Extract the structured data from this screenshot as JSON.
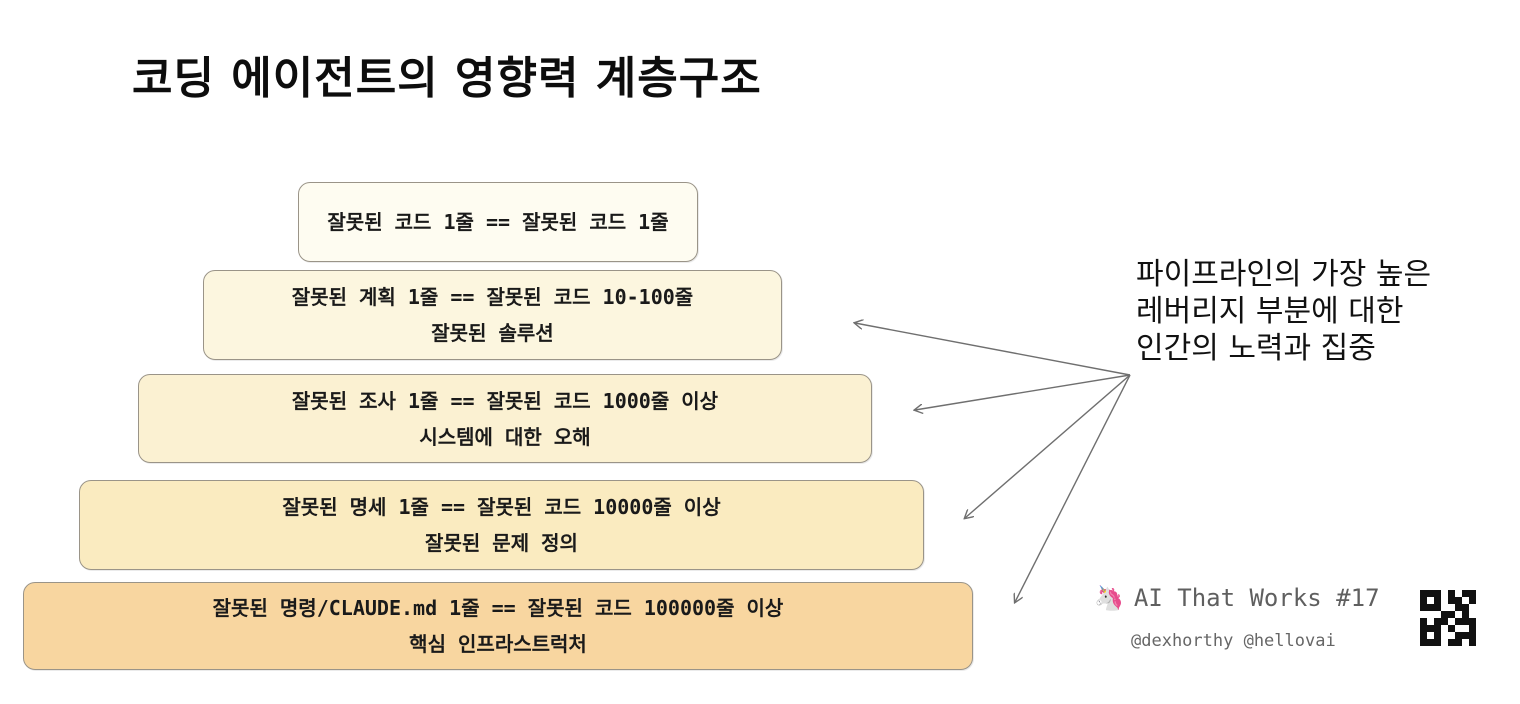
{
  "title": "코딩 에이전트의 영향력 계층구조",
  "tiers": [
    {
      "line1": "잘못된 코드 1줄 == 잘못된 코드 1줄",
      "line2": ""
    },
    {
      "line1": "잘못된 계획 1줄 == 잘못된 코드 10-100줄",
      "line2": "잘못된 솔루션"
    },
    {
      "line1": "잘못된 조사 1줄 == 잘못된 코드 1000줄 이상",
      "line2": "시스템에 대한 오해"
    },
    {
      "line1": "잘못된 명세 1줄 == 잘못된 코드 10000줄 이상",
      "line2": "잘못된 문제 정의"
    },
    {
      "line1": "잘못된 명령/CLAUDE.md 1줄 == 잘못된 코드 100000줄 이상",
      "line2": "핵심 인프라스트럭처"
    }
  ],
  "callout": {
    "lines": [
      "파이프라인의 가장 높은",
      "레버리지 부분에 대한",
      "인간의 노력과 집중"
    ]
  },
  "branding": {
    "icon": "unicorn-icon",
    "name": "AI That Works #17",
    "handles": "@dexhorthy @hellovai",
    "qr": "qr-code-icon"
  },
  "colors": {
    "tier1": "#fefcf1",
    "tier2": "#fcf6df",
    "tier3": "#fbf1d2",
    "tier4": "#faebc0",
    "tier5": "#f8d6a0",
    "arrow": "#6f6f6f"
  }
}
